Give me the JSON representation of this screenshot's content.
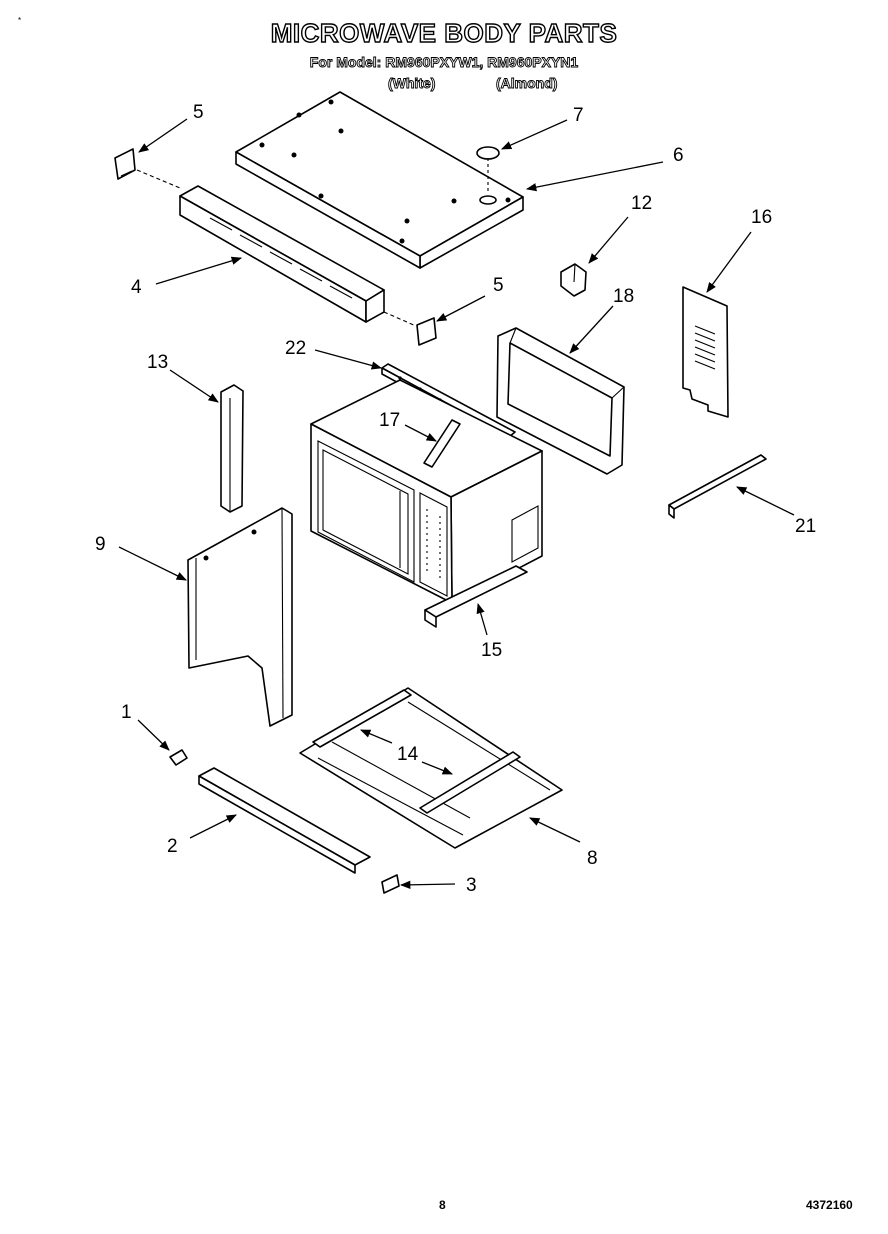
{
  "header": {
    "title": "MICROWAVE BODY PARTS",
    "model_line": "For Model: RM960PXYW1, RM960PXYN1",
    "variant_white": "(White)",
    "variant_almond": "(Almond)"
  },
  "corner_mark": "*",
  "callouts": [
    "5",
    "7",
    "6",
    "12",
    "16",
    "4",
    "5",
    "18",
    "22",
    "13",
    "17",
    "21",
    "9",
    "15",
    "1",
    "14",
    "2",
    "8",
    "3"
  ],
  "footer": {
    "page_number": "8",
    "doc_number": "4372160"
  }
}
